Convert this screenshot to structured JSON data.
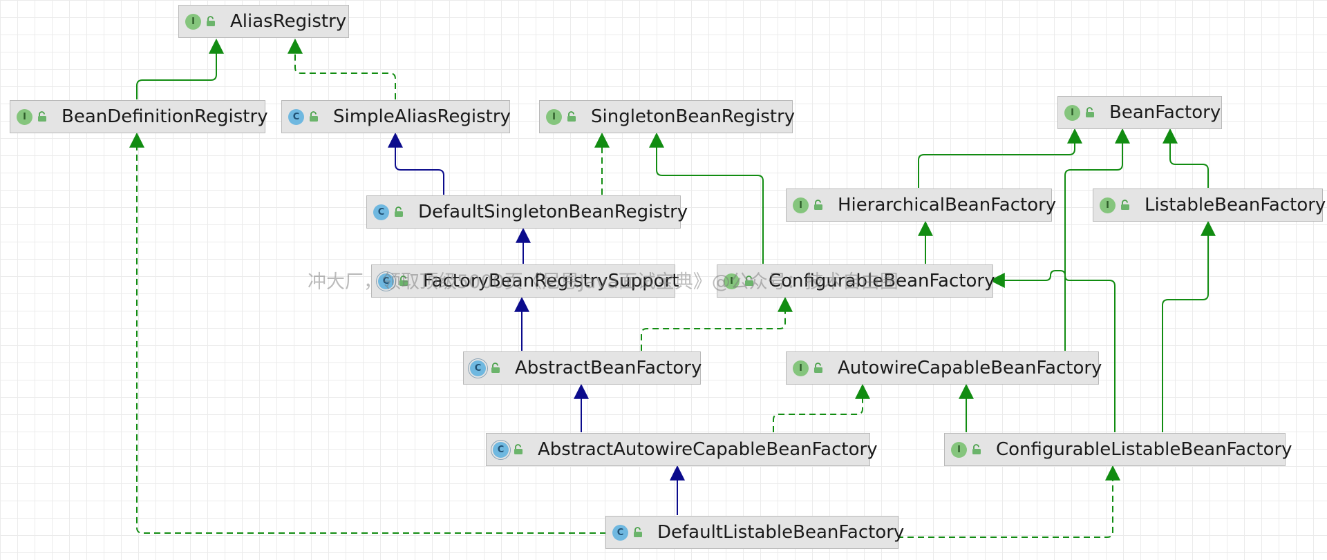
{
  "nodes": {
    "alias_registry": {
      "name": "AliasRegistry",
      "kind": "I"
    },
    "bean_definition_registry": {
      "name": "BeanDefinitionRegistry",
      "kind": "I"
    },
    "simple_alias_registry": {
      "name": "SimpleAliasRegistry",
      "kind": "C"
    },
    "singleton_bean_registry": {
      "name": "SingletonBeanRegistry",
      "kind": "I"
    },
    "bean_factory": {
      "name": "BeanFactory",
      "kind": "I"
    },
    "default_singleton_bean_registry": {
      "name": "DefaultSingletonBeanRegistry",
      "kind": "C"
    },
    "hierarchical_bean_factory": {
      "name": "HierarchicalBeanFactory",
      "kind": "I"
    },
    "listable_bean_factory": {
      "name": "ListableBeanFactory",
      "kind": "I"
    },
    "factory_bean_registry_support": {
      "name": "FactoryBeanRegistrySupport",
      "kind": "C"
    },
    "configurable_bean_factory": {
      "name": "ConfigurableBeanFactory",
      "kind": "I"
    },
    "abstract_bean_factory": {
      "name": "AbstractBeanFactory",
      "kind": "C"
    },
    "autowire_capable_bean_factory": {
      "name": "AutowireCapableBeanFactory",
      "kind": "I"
    },
    "abstract_autowire_capable_bean_factory": {
      "name": "AbstractAutowireCapableBeanFactory",
      "kind": "C"
    },
    "configurable_listable_bean_factory": {
      "name": "ConfigurableListableBeanFactory",
      "kind": "I"
    },
    "default_listable_bean_factory": {
      "name": "DefaultListableBeanFactory",
      "kind": "C"
    }
  },
  "watermark": "冲大厂，领取顶级5000页《尼恩Java面试宝典》@公众号：技术自由圈",
  "colors": {
    "extends_class": "#0b0b8c",
    "extends_interface": "#118c11",
    "implements": "#118c11",
    "node_fill": "#e4e4e4",
    "node_border": "#b8b8b8"
  }
}
